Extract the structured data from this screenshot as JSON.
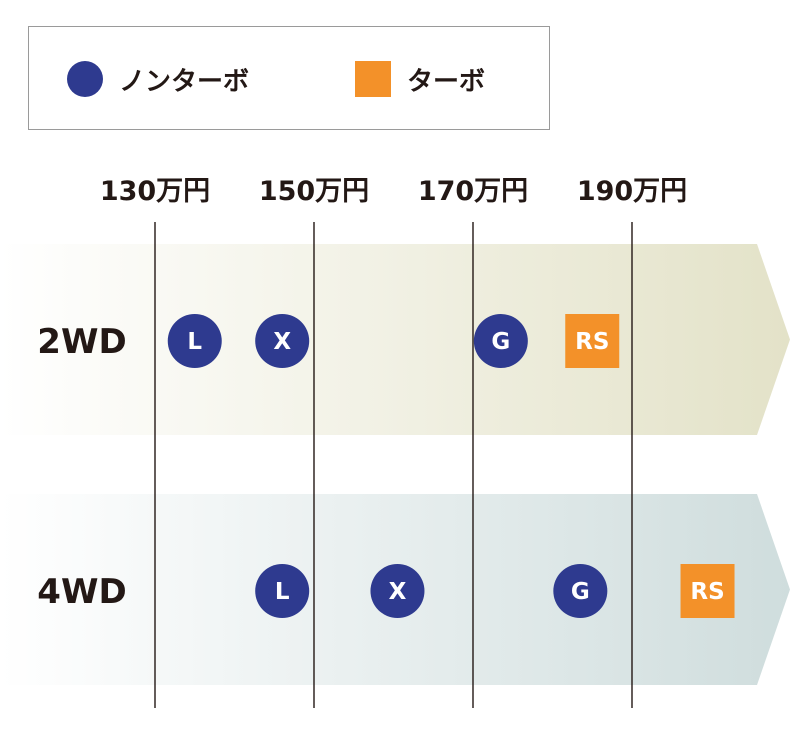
{
  "chart_data": {
    "type": "scatter",
    "x_unit": "万円",
    "x_ticks": [
      130,
      150,
      170,
      190
    ],
    "x_tick_labels": [
      "130万円",
      "150万円",
      "170万円",
      "190万円"
    ],
    "rows": [
      "2WD",
      "4WD"
    ],
    "series": [
      {
        "name": "ノンターボ",
        "color": "#2e3a8f",
        "marker": "circle",
        "points": [
          {
            "row": "2WD",
            "grade": "L",
            "x": 135
          },
          {
            "row": "2WD",
            "grade": "X",
            "x": 146
          },
          {
            "row": "2WD",
            "grade": "G",
            "x": 173.5
          },
          {
            "row": "4WD",
            "grade": "L",
            "x": 146
          },
          {
            "row": "4WD",
            "grade": "X",
            "x": 160.5
          },
          {
            "row": "4WD",
            "grade": "G",
            "x": 183.5
          }
        ]
      },
      {
        "name": "ターボ",
        "color": "#f39129",
        "marker": "square",
        "points": [
          {
            "row": "2WD",
            "grade": "RS",
            "x": 185
          },
          {
            "row": "4WD",
            "grade": "RS",
            "x": 199.5
          }
        ]
      }
    ],
    "row_band_colors": {
      "2WD": [
        "#ffffff",
        "#e3e2c8"
      ],
      "4WD": [
        "#ffffff",
        "#cfdddd"
      ]
    },
    "gridlines": true,
    "legend_position": "top-left"
  }
}
